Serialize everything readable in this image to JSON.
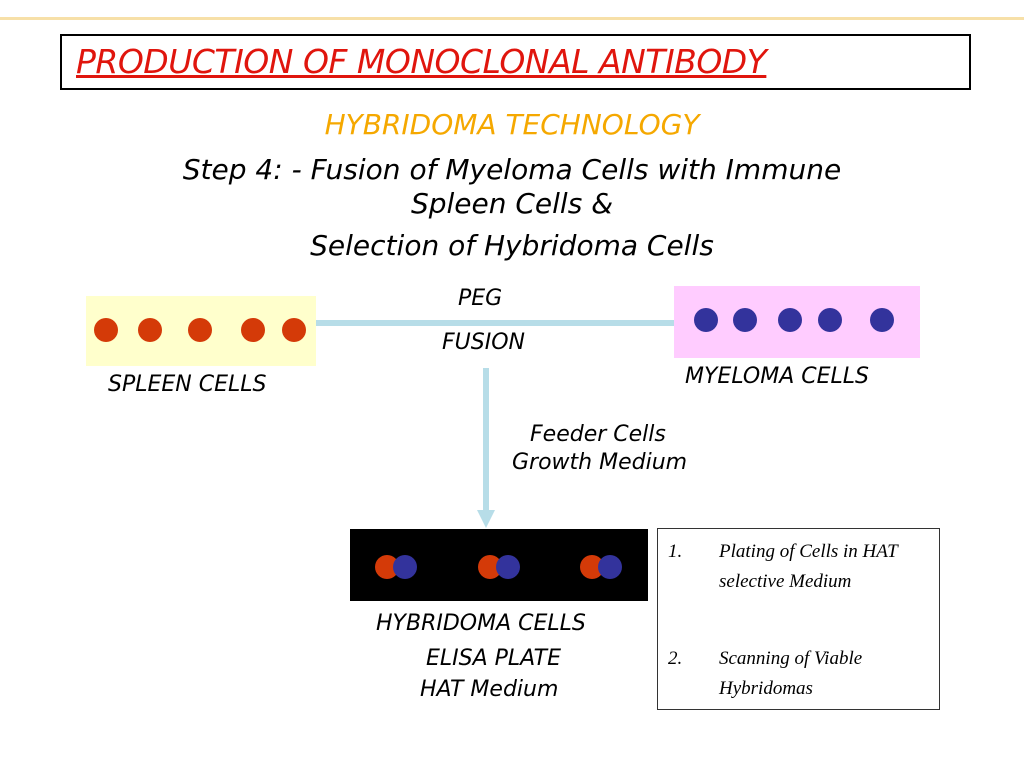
{
  "slide": {
    "title": "PRODUCTION OF MONOCLONAL ANTIBODY",
    "subtitle": "HYBRIDOMA TECHNOLOGY",
    "step_line1": "Step 4: - Fusion of Myeloma Cells with Immune",
    "step_line2": "Spleen Cells &",
    "step_line3": "Selection of Hybridoma Cells"
  },
  "diagram": {
    "spleen_label": "SPLEEN CELLS",
    "myeloma_label": "MYELOMA CELLS",
    "peg_label": "PEG",
    "fusion_label": "FUSION",
    "feeder_label": "Feeder Cells",
    "growth_label": "Growth Medium",
    "hybridoma_label": "HYBRIDOMA CELLS",
    "elisa_label": "ELISA PLATE",
    "hat_label": "HAT Medium",
    "colors": {
      "spleen_cell": "#d43a08",
      "myeloma_cell": "#33339c",
      "spleen_bg": "#ffffcc",
      "myeloma_bg": "#ffccff",
      "connector": "#b7dde8"
    }
  },
  "steps": [
    {
      "num": "1.",
      "text": "Plating of Cells in HAT selective Medium"
    },
    {
      "num": "2.",
      "text": "Scanning of Viable Hybridomas"
    }
  ]
}
